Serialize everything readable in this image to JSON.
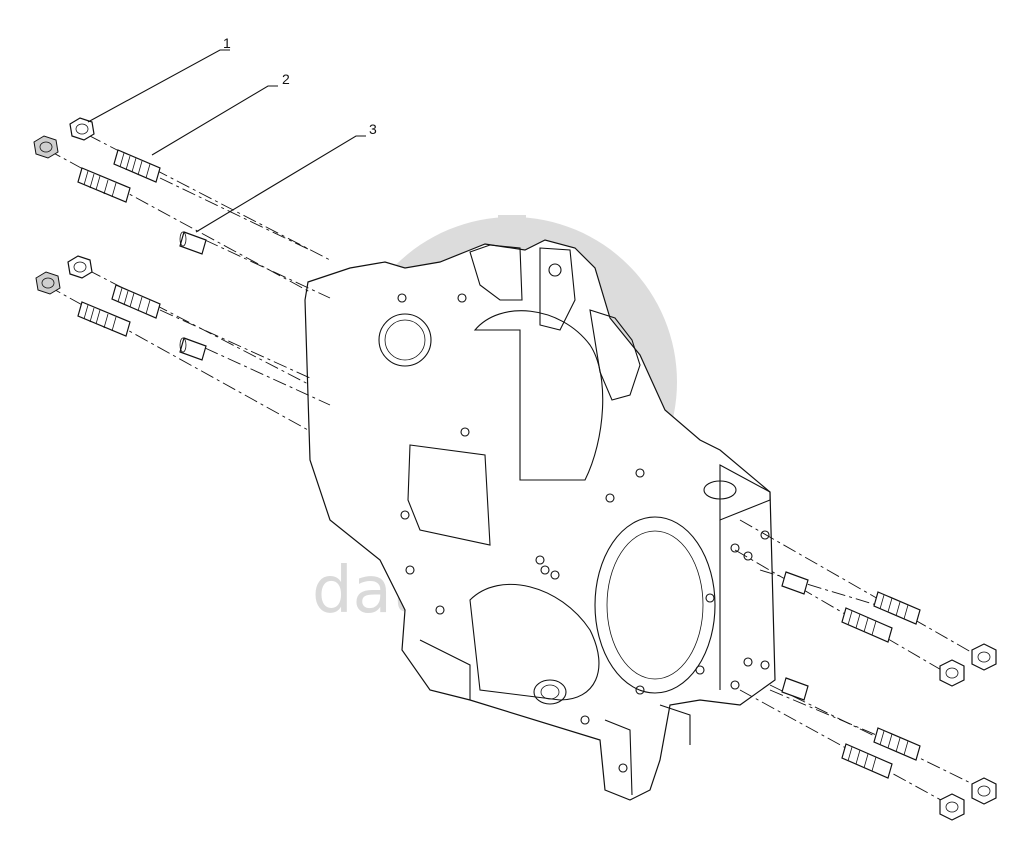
{
  "callouts": [
    {
      "label": "1"
    },
    {
      "label": "2"
    },
    {
      "label": "3"
    }
  ],
  "watermark": {
    "text": "data parts",
    "icon": "dp-logo-icon",
    "color": "#d9d9d9"
  }
}
